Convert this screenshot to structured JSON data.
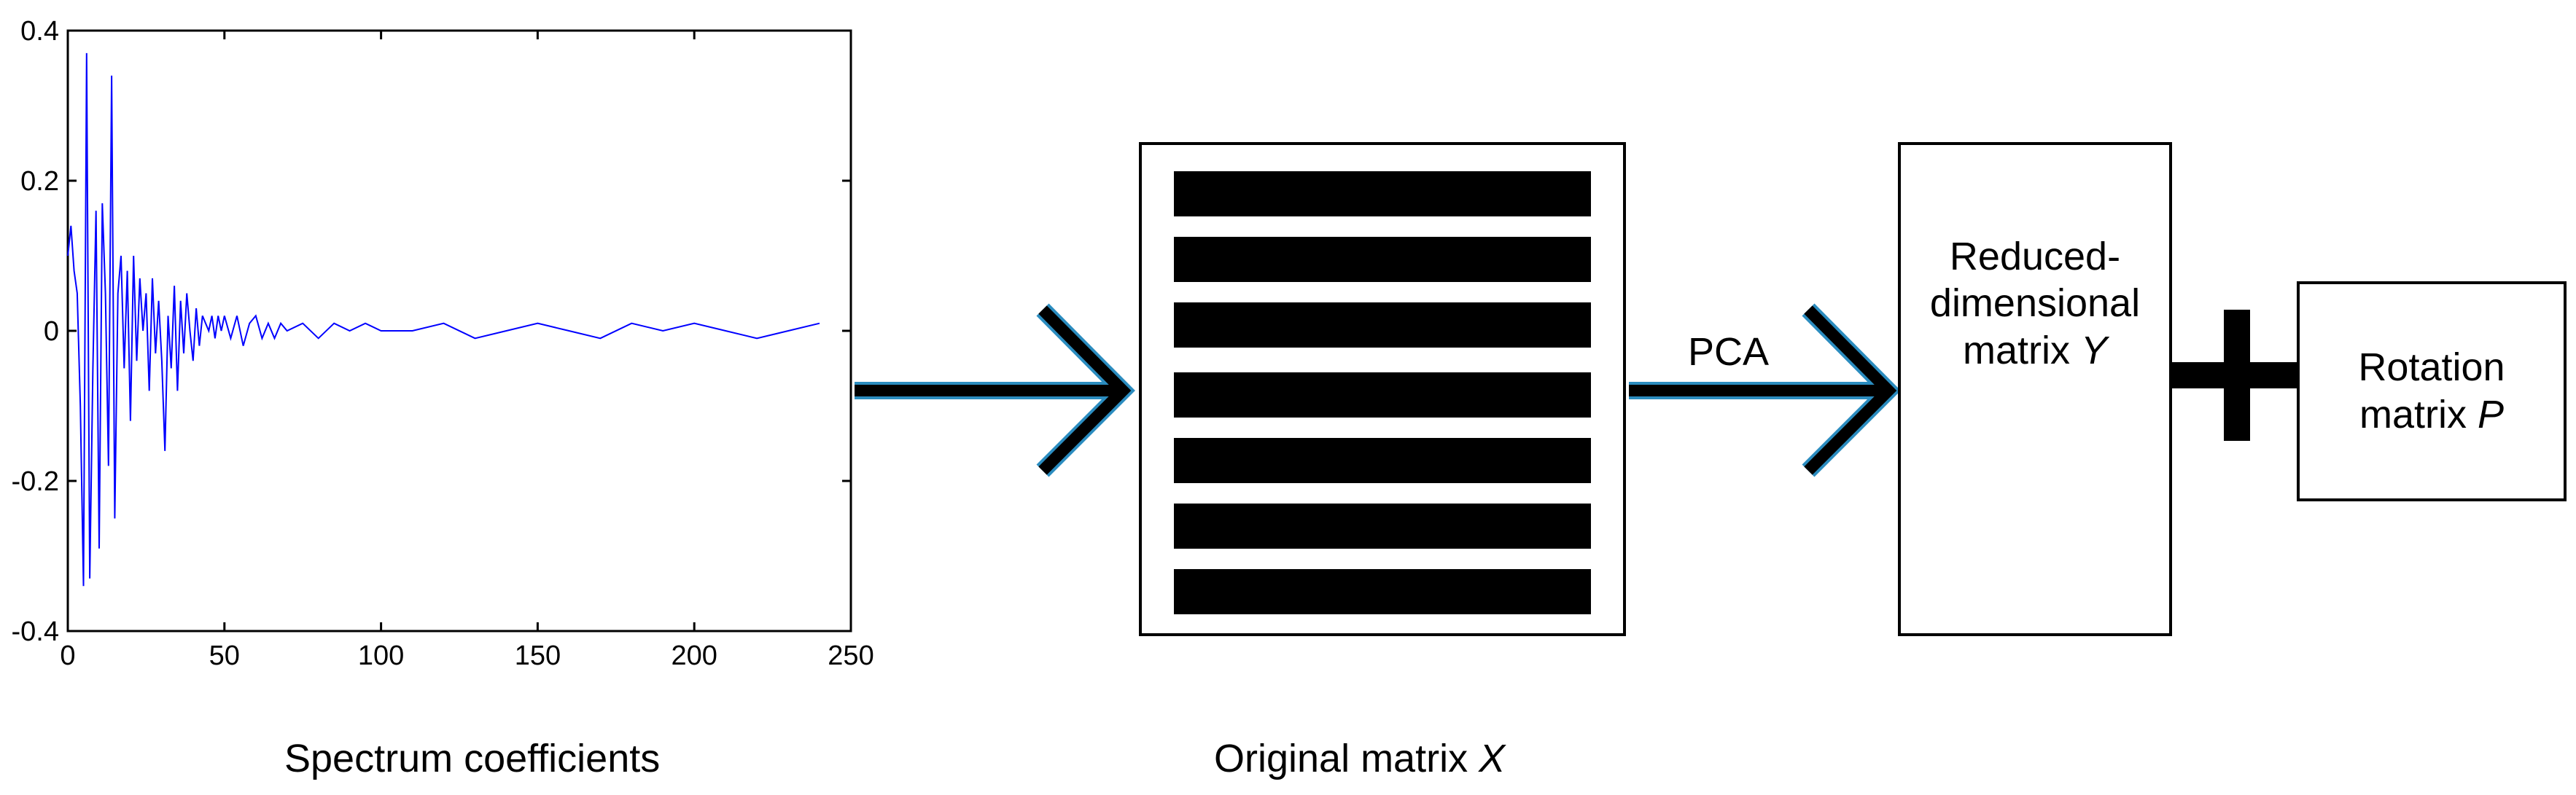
{
  "chart_data": {
    "type": "line",
    "title": "",
    "xlabel": "",
    "ylabel": "",
    "xlim": [
      0,
      250
    ],
    "ylim": [
      -0.4,
      0.4
    ],
    "x_ticks": [
      "0",
      "50",
      "100",
      "150",
      "200",
      "250"
    ],
    "y_ticks": [
      "0.4",
      "0.2",
      "0",
      "-0.2",
      "-0.4"
    ],
    "grid": false,
    "line_color": "#0000ff",
    "series": [
      {
        "x": [
          0,
          1,
          2,
          3,
          4,
          5,
          6,
          7,
          8,
          9,
          10,
          11,
          12,
          13,
          14,
          15,
          16,
          17,
          18,
          19,
          20,
          21,
          22,
          23,
          24,
          25,
          26,
          27,
          28,
          29,
          30,
          31,
          32,
          33,
          34,
          35,
          36,
          37,
          38,
          39,
          40,
          41,
          42,
          43,
          44,
          45,
          46,
          47,
          48,
          49,
          50,
          52,
          54,
          56,
          58,
          60,
          62,
          64,
          66,
          68,
          70,
          75,
          80,
          85,
          90,
          95,
          100,
          110,
          120,
          130,
          140,
          150,
          160,
          170,
          180,
          190,
          200,
          210,
          220,
          230,
          240
        ],
        "y": [
          0.1,
          0.14,
          0.08,
          0.05,
          -0.1,
          -0.34,
          0.37,
          -0.33,
          -0.05,
          0.16,
          -0.29,
          0.17,
          0.05,
          -0.18,
          0.34,
          -0.25,
          0.05,
          0.1,
          -0.05,
          0.08,
          -0.12,
          0.1,
          -0.04,
          0.07,
          0.0,
          0.05,
          -0.08,
          0.07,
          -0.03,
          0.04,
          -0.04,
          -0.16,
          0.02,
          -0.05,
          0.06,
          -0.08,
          0.04,
          -0.03,
          0.05,
          0.0,
          -0.04,
          0.03,
          -0.02,
          0.02,
          0.01,
          0.0,
          0.02,
          -0.01,
          0.02,
          0.0,
          0.02,
          -0.01,
          0.02,
          -0.02,
          0.01,
          0.02,
          -0.01,
          0.01,
          -0.01,
          0.01,
          0.0,
          0.01,
          -0.01,
          0.01,
          0.0,
          0.01,
          0.0,
          0.0,
          0.01,
          -0.01,
          0.0,
          0.01,
          0.0,
          -0.01,
          0.01,
          0.0,
          0.01,
          0.0,
          -0.01,
          0.0,
          0.01
        ]
      }
    ]
  },
  "captions": {
    "spectrum": "Spectrum coefficients",
    "original_prefix": "Original matrix ",
    "original_symbol": "X"
  },
  "pca_label": "PCA",
  "reduced_box": {
    "line1": "Reduced-",
    "line2": "dimensional",
    "line3_prefix": "matrix ",
    "line3_symbol": "Y"
  },
  "rotation_box": {
    "line1": "Rotation",
    "line2_prefix": "matrix ",
    "line2_symbol": "P"
  },
  "colors": {
    "line": "#0000ff",
    "arrow_outline": "#2b8cbf",
    "arrow_fill": "#000000"
  },
  "icons": {
    "arrow": "chevron-arrow-icon",
    "plus": "plus-icon"
  }
}
